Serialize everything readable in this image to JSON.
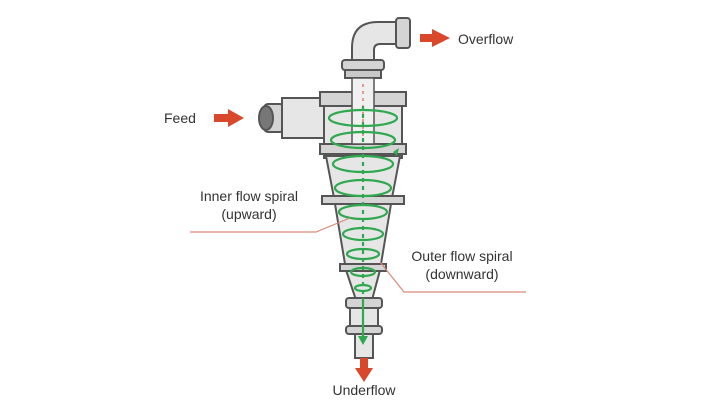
{
  "labels": {
    "overflow": "Overflow",
    "feed": "Feed",
    "inner_flow_line1": "Inner flow spiral",
    "inner_flow_line2": "(upward)",
    "outer_flow_line1": "Outer flow spiral",
    "outer_flow_line2": "(downward)",
    "underflow": "Underflow"
  },
  "colors": {
    "arrow": "#d9482b",
    "spiral": "#2fa84f",
    "body_fill": "#e6e6e6",
    "body_stroke": "#555555",
    "leader_line": "#d98a7a"
  }
}
